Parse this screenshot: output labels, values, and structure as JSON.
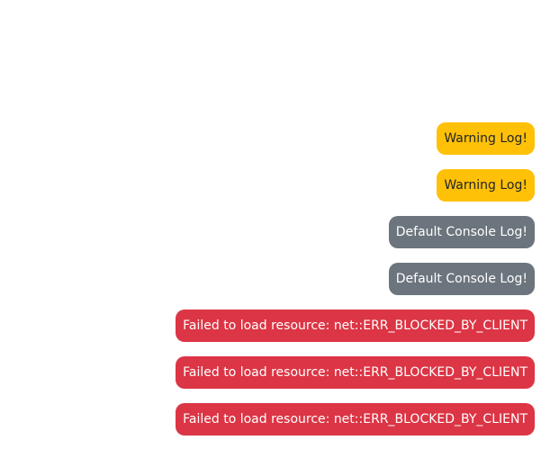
{
  "colors": {
    "warning": "#ffc107",
    "default": "#6c757d",
    "error": "#dc3545"
  },
  "logs": [
    {
      "type": "warning",
      "text": "Warning Log!"
    },
    {
      "type": "warning",
      "text": "Warning Log!"
    },
    {
      "type": "default",
      "text": "Default Console Log!"
    },
    {
      "type": "default",
      "text": "Default Console Log!"
    },
    {
      "type": "error",
      "text": "Failed to load resource: net::ERR_BLOCKED_BY_CLIENT"
    },
    {
      "type": "error",
      "text": "Failed to load resource: net::ERR_BLOCKED_BY_CLIENT"
    },
    {
      "type": "error",
      "text": "Failed to load resource: net::ERR_BLOCKED_BY_CLIENT"
    }
  ]
}
